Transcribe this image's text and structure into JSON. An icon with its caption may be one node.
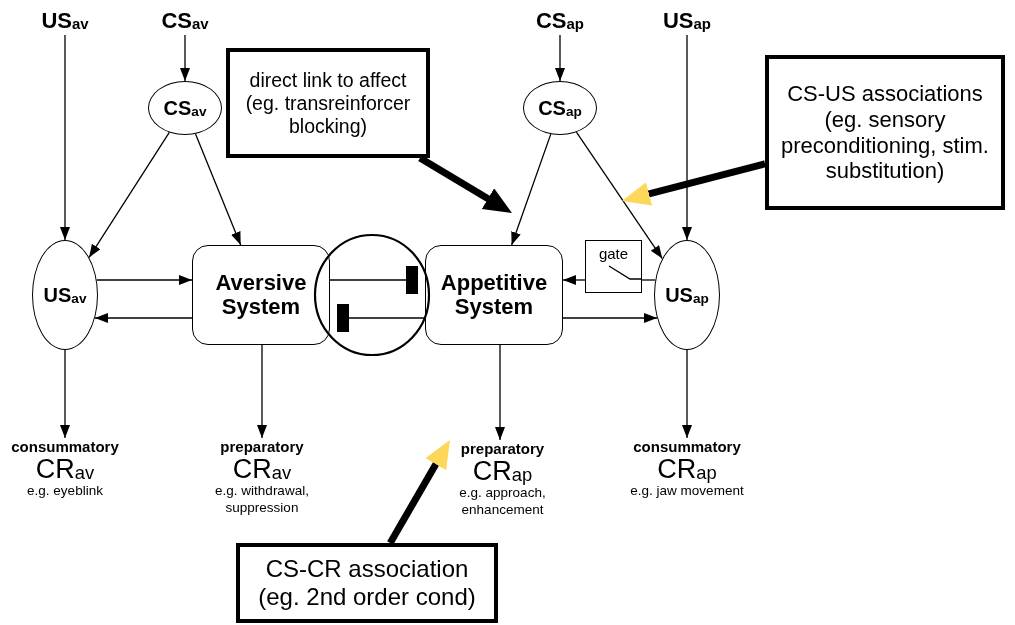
{
  "diagram": {
    "nodes": [
      {
        "text": [
          "US$_{av}$"
        ]
      },
      {
        "text": [
          "CS$_{av}$"
        ]
      },
      {
        "text": [
          "CS$_{ap}$"
        ]
      },
      {
        "text": [
          "US$_{ap}$"
        ]
      },
      {
        "text": [
          "CS$_{av}$"
        ]
      },
      {
        "text": [
          "CS$_{ap}$"
        ]
      },
      {
        "text": [
          "US$_{av}$"
        ]
      },
      {
        "text": [
          "Aversive System"
        ]
      },
      {
        "text": [
          "Appetitive System"
        ]
      },
      {
        "text": [
          "gate"
        ]
      },
      {
        "text": [
          "US$_{ap}$"
        ]
      },
      {
        "text": [
          "consummatory",
          "CR$_{av}$",
          "e.g. eyeblink"
        ]
      },
      {
        "text": [
          "preparatory",
          "CR$_{av}$",
          "e.g. withdrawal, suppression"
        ]
      },
      {
        "text": [
          "preparatory",
          "CR$_{ap}$",
          "e.g. approach, enhancement"
        ]
      },
      {
        "text": [
          "consummatory",
          "CR$_{ap}$",
          "e.g. jaw movement"
        ]
      },
      {
        "text": [
          "direct link to affect (eg. transreinforcer blocking)"
        ]
      },
      {
        "text": [
          "CS-US associations (eg. sensory preconditioning, stim. substitution)"
        ]
      },
      {
        "text": [
          "CS-CR association (eg. 2nd order cond)"
        ]
      }
    ],
    "edges": [
      {
        "from": 0,
        "to": 6,
        "arrow": "to"
      },
      {
        "from": 1,
        "to": 4,
        "arrow": "to"
      },
      {
        "from": 2,
        "to": 5,
        "arrow": "to"
      },
      {
        "from": 3,
        "to": 10,
        "arrow": "to"
      },
      {
        "from": 4,
        "to": 6,
        "arrow": "to"
      },
      {
        "from": 4,
        "to": 7,
        "arrow": "to"
      },
      {
        "from": 5,
        "to": 8,
        "arrow": "to"
      },
      {
        "from": 5,
        "to": 10,
        "arrow": "to"
      },
      {
        "from": 6,
        "to": 7,
        "arrow": "to"
      },
      {
        "from": 7,
        "to": 6,
        "arrow": "to"
      },
      {
        "from": 7,
        "to": 8,
        "arrow": "other"
      },
      {
        "from": 8,
        "to": 7,
        "arrow": "other"
      },
      {
        "from": 8,
        "to": 10,
        "arrow": "to"
      },
      {
        "from": 10,
        "to": 9,
        "arrow": "none"
      },
      {
        "from": 9,
        "to": 8,
        "arrow": "to"
      },
      {
        "from": 6,
        "to": 11,
        "arrow": "to"
      },
      {
        "from": 7,
        "to": 12,
        "arrow": "to"
      },
      {
        "from": 8,
        "to": 13,
        "arrow": "to"
      },
      {
        "from": 10,
        "to": 14,
        "arrow": "to"
      },
      {
        "from": 15,
        "to": null,
        "arrow": "to",
        "style": "thick"
      },
      {
        "from": 16,
        "to": null,
        "arrow": "to",
        "style": "thick"
      },
      {
        "from": 17,
        "to": 13,
        "arrow": "to",
        "style": "thick"
      }
    ]
  }
}
